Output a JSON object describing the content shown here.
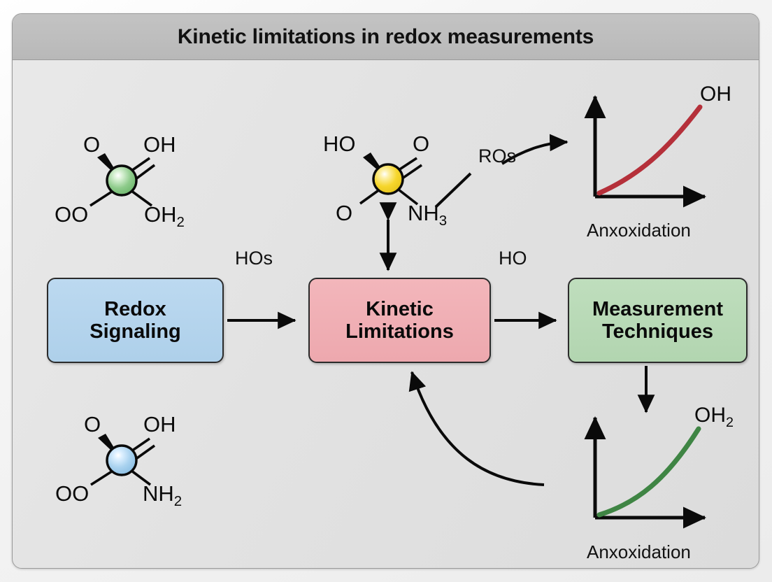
{
  "title": "Kinetic limitations in redox measurements",
  "boxes": {
    "redox": {
      "line1": "Redox",
      "line2": "Signaling",
      "color": "#b4d4ec"
    },
    "kinetic": {
      "line1": "Kinetic",
      "line2": "Limitations",
      "color": "#f0b0b5"
    },
    "measurement": {
      "line1": "Measurement",
      "line2": "Techniques",
      "color": "#b9d9b7"
    }
  },
  "arrow_labels": {
    "redox_to_kinetic": "HOs",
    "kinetic_to_measurement": "HO",
    "molecule_to_chart": "ROs"
  },
  "molecules": {
    "green": {
      "center_color": "#8fd18f",
      "top_left": "O",
      "top_right": "OH",
      "bottom_left": "OO",
      "bottom_right": "OH2",
      "bottom_right_base": "OH",
      "bottom_right_sub": "2"
    },
    "yellow": {
      "center_color": "#f5d429",
      "top_left": "HO",
      "top_right": "O",
      "bottom_left": "O",
      "bottom_right": "NH3",
      "bottom_right_base": "NH",
      "bottom_right_sub": "3"
    },
    "blue": {
      "center_color": "#aed4ef",
      "top_left": "O",
      "top_right": "OH",
      "bottom_left": "OO",
      "bottom_right": "NH2",
      "bottom_right_base": "NH",
      "bottom_right_sub": "2"
    }
  },
  "chart_data": [
    {
      "type": "line",
      "id": "top-chart",
      "title": "",
      "xlabel": "Anxoxidation",
      "ylabel": "",
      "series_label_base": "OH",
      "series_label_sub": "",
      "series_label": "OH",
      "color": "#b5303a",
      "grid": false,
      "legend": "inline-right",
      "xlim": [
        0,
        10
      ],
      "ylim": [
        0,
        10
      ],
      "x": [
        0,
        1,
        2,
        3,
        4,
        5,
        6,
        7,
        8,
        9,
        10
      ],
      "y": [
        0.6,
        1.4,
        2.2,
        3.0,
        3.9,
        4.8,
        5.7,
        6.6,
        7.5,
        8.4,
        9.3
      ]
    },
    {
      "type": "line",
      "id": "bottom-chart",
      "title": "",
      "xlabel": "Anxoxidation",
      "ylabel": "",
      "series_label_base": "OH",
      "series_label_sub": "2",
      "series_label": "OH2",
      "color": "#3f8544",
      "grid": false,
      "legend": "inline-right",
      "xlim": [
        0,
        10
      ],
      "ylim": [
        0,
        10
      ],
      "x": [
        0,
        1,
        2,
        3,
        4,
        5,
        6,
        7,
        8,
        9,
        10
      ],
      "y": [
        0.5,
        1.1,
        1.8,
        2.5,
        3.3,
        4.2,
        5.2,
        6.3,
        7.4,
        8.4,
        9.2
      ]
    }
  ]
}
